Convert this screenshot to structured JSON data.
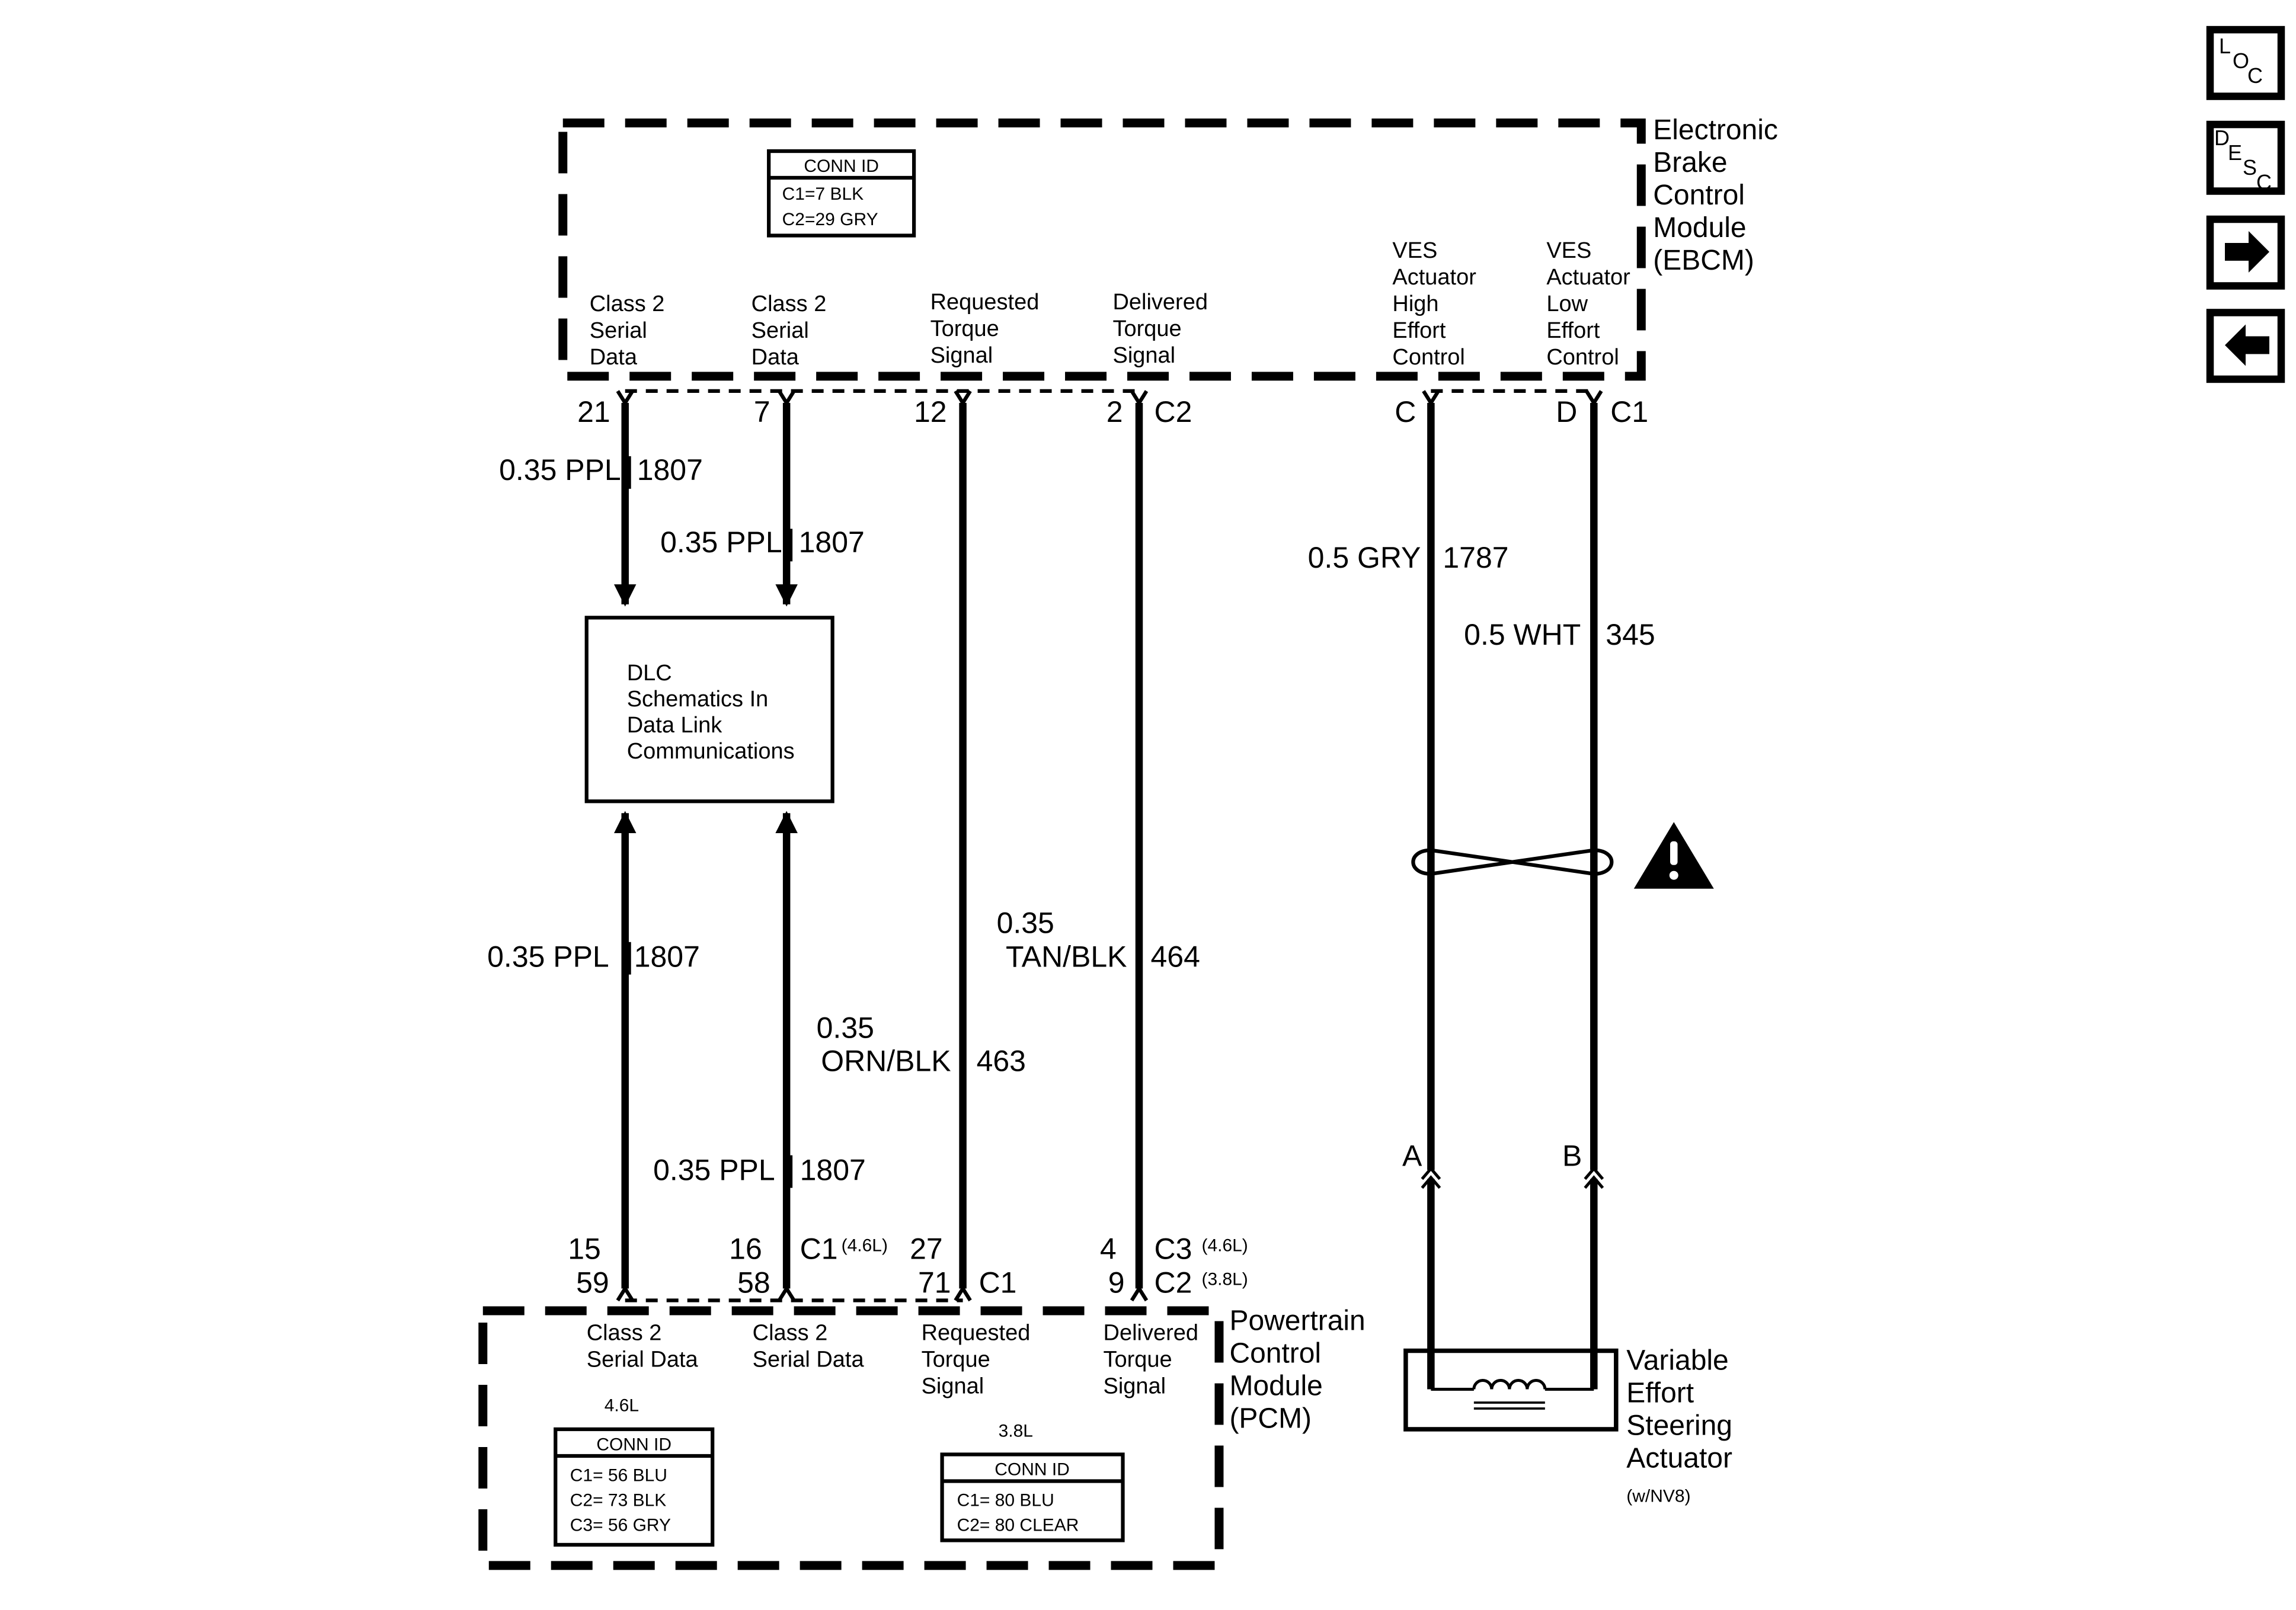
{
  "ebcm": {
    "name": [
      "Electronic",
      "Brake",
      "Control",
      "Module",
      "(EBCM)"
    ],
    "conn_id": {
      "title": "CONN ID",
      "rows": [
        "C1=7 BLK",
        "C2=29 GRY"
      ]
    },
    "pins": [
      {
        "lines": [
          "Class 2",
          "Serial",
          "Data"
        ],
        "pin": "21"
      },
      {
        "lines": [
          "Class 2",
          "Serial",
          "Data"
        ],
        "pin": "7"
      },
      {
        "lines": [
          "Requested",
          "Torque",
          "Signal"
        ],
        "pin": "12"
      },
      {
        "lines": [
          "Delivered",
          "Torque",
          "Signal"
        ],
        "pin": "2"
      },
      {
        "lines": [
          "VES",
          "Actuator",
          "High",
          "Effort",
          "Control"
        ],
        "pin": "C"
      },
      {
        "lines": [
          "VES",
          "Actuator",
          "Low",
          "Effort",
          "Control"
        ],
        "pin": "D"
      }
    ],
    "connector_c2": "C2",
    "connector_c1": "C1"
  },
  "wires": {
    "w1_top": {
      "gauge": "0.35 PPL",
      "circuit": "1807"
    },
    "w2_top": {
      "gauge": "0.35 PPL",
      "circuit": "1807"
    },
    "w1_bottom": {
      "gauge": "0.35 PPL",
      "circuit": "1807"
    },
    "w2_bottom": {
      "gauge": "0.35 PPL",
      "circuit": "1807"
    },
    "w3": {
      "gauge_a": "0.35",
      "gauge_b": "ORN/BLK",
      "circuit": "463"
    },
    "w4": {
      "gauge_a": "0.35",
      "gauge_b": "TAN/BLK",
      "circuit": "464"
    },
    "w5": {
      "gauge": "0.5 GRY",
      "circuit": "1787"
    },
    "w6": {
      "gauge": "0.5 WHT",
      "circuit": "345"
    }
  },
  "dlc": {
    "lines": [
      "DLC",
      "Schematics In",
      "Data Link",
      "Communications"
    ]
  },
  "pcm": {
    "name": [
      "Powertrain",
      "Control",
      "Module",
      "(PCM)"
    ],
    "pins": [
      {
        "lines": [
          "Class 2",
          "Serial Data"
        ],
        "pin_a": "15",
        "pin_b": "59"
      },
      {
        "lines": [
          "Class 2",
          "Serial Data"
        ],
        "pin_a": "16",
        "pin_b": "58"
      },
      {
        "lines": [
          "Requested",
          "Torque",
          "Signal"
        ],
        "pin_a": "27",
        "pin_b": "71"
      },
      {
        "lines": [
          "Delivered",
          "Torque",
          "Signal"
        ],
        "pin_a": "4",
        "pin_b": "9"
      }
    ],
    "conn_c1": "C1",
    "conn_c1_note": "(4.6L)",
    "conn_c1b": "C1",
    "conn_c3": "C3",
    "conn_c3_note": "(4.6L)",
    "conn_c2": "C2",
    "conn_c2_note": "(3.8L)",
    "conn_46": {
      "label": "4.6L",
      "title": "CONN ID",
      "rows": [
        "C1= 56 BLU",
        "C2= 73 BLK",
        "C3= 56 GRY"
      ]
    },
    "conn_38": {
      "label": "3.8L",
      "title": "CONN ID",
      "rows": [
        "C1= 80 BLU",
        "C2= 80 CLEAR"
      ]
    }
  },
  "actuator": {
    "name": [
      "Variable",
      "Effort",
      "Steering",
      "Actuator"
    ],
    "note": "(w/NV8)",
    "pin_a": "A",
    "pin_b": "B"
  },
  "nav": {
    "loc": {
      "l": "L",
      "o": "O",
      "c": "C"
    },
    "desc": {
      "d": "D",
      "e": "E",
      "s": "S",
      "c": "C"
    },
    "icons": [
      "arrow-right-icon",
      "arrow-left-icon"
    ]
  }
}
